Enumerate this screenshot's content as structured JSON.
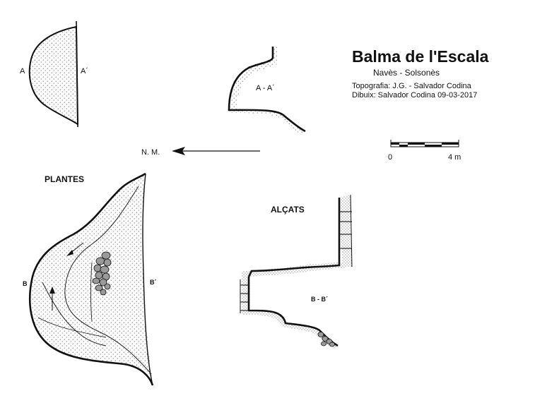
{
  "title": "Balma de l'Escala",
  "subtitle": "Navès  -  Solsonès",
  "credits": {
    "topografia": "Topografia: J.G. - Salvador Codina",
    "dibuix": "Dibuix: Salvador Codina  09-03-2017"
  },
  "north": "N. M.",
  "scale": {
    "start": "0",
    "end": "4 m"
  },
  "sections": {
    "plantes": "PLANTES",
    "alcats": "ALÇATS"
  },
  "section_labels": {
    "a_left": "A",
    "a_right": "A´",
    "aa": "A - A´",
    "b_left": "B",
    "b_right": "B´",
    "bb": "B - B´"
  },
  "colors": {
    "ink": "#111111",
    "stipple": "#333333",
    "boulder": "#9a9a9a"
  }
}
